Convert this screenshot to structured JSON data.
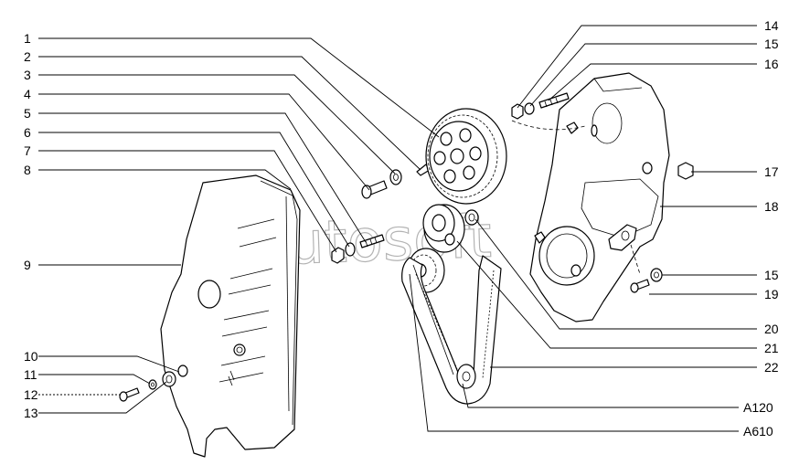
{
  "watermark": "Autosoft",
  "callouts_left": [
    "1",
    "2",
    "3",
    "4",
    "5",
    "6",
    "7",
    "8",
    "9",
    "10",
    "11",
    "12",
    "13"
  ],
  "callouts_right": [
    "14",
    "15",
    "16",
    "17",
    "18",
    "15",
    "19",
    "20",
    "21",
    "22",
    "A120",
    "A610"
  ]
}
